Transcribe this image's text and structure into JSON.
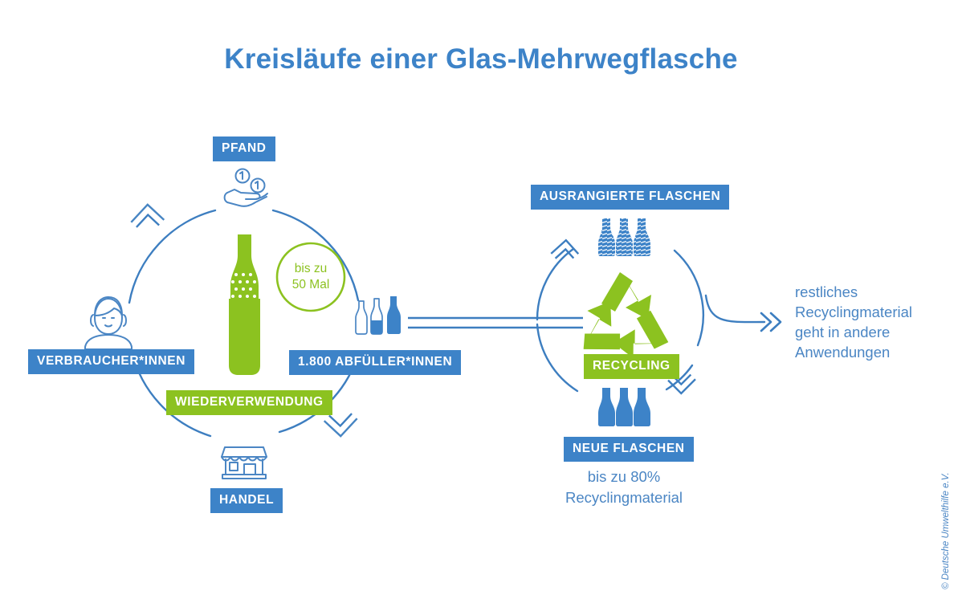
{
  "title": "Kreisläufe einer Glas-Mehrwegflasche",
  "colors": {
    "blue": "#3d83c8",
    "blue_text": "#4b86c4",
    "blue_line": "#3d7ec0",
    "green": "#8cc220",
    "white": "#ffffff",
    "background": "#ffffff"
  },
  "reuse_cycle": {
    "badges": {
      "deposit": "PFAND",
      "consumers": "VERBRAUCHER*INNEN",
      "retail": "HANDEL",
      "bottlers": "1.800 ABFÜLLER*INNEN",
      "reuse": "WIEDERVERWENDUNG"
    },
    "counter": "bis zu\n50 Mal",
    "icons": {
      "deposit": "hand-with-coins-icon",
      "consumers": "person-icon",
      "retail": "shop-icon",
      "bottlers": "three-bottles-filling-icon",
      "center": "green-bottle-icon"
    }
  },
  "recycling_cycle": {
    "badges": {
      "discarded": "AUSRANGIERTE FLASCHEN",
      "recycling": "RECYCLING",
      "new_bottles": "NEUE FLASCHEN"
    },
    "note_new_bottles": "bis zu 80%\nRecyclingmaterial",
    "icons": {
      "discarded": "crushed-bottles-icon",
      "center": "recycling-symbol-icon",
      "new_bottles": "new-bottles-icon"
    }
  },
  "output_note": "restliches\nRecyclingmaterial\ngeht in andere\nAnwendungen",
  "copyright": "© Deutsche Umwelthilfe e.V."
}
